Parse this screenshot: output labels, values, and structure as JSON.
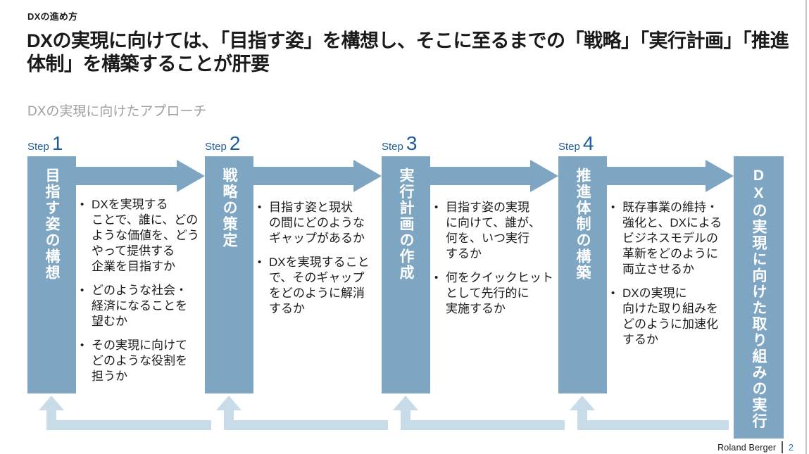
{
  "page": {
    "kicker": "DXの進め方",
    "title": "DXの実現に向けては、「目指す姿」を構想し、そこに至るまでの「戦略」「実行計画」「推進体制」を構築することが肝要",
    "subtitle": "DXの実現に向けたアプローチ"
  },
  "glyphs": {
    "bullet": "•"
  },
  "steps": [
    {
      "label": "Step",
      "number": "1",
      "bar_title": "目指す姿の構想",
      "bullets": [
        "DXを実現する\nことで、誰に、どの\nような価値を、どう\nやって提供する\n企業を目指すか",
        "どのような社会・\n経済になることを\n望むか",
        "その実現に向けて\nどのような役割を\n担うか"
      ]
    },
    {
      "label": "Step",
      "number": "2",
      "bar_title": "戦略の策定",
      "bullets": [
        "目指す姿と現状\nの間にどのような\nギャップがあるか",
        "DXを実現すること\nで、そのギャップ\nをどのように解消\nするか"
      ]
    },
    {
      "label": "Step",
      "number": "3",
      "bar_title": "実行計画の作成",
      "bullets": [
        "目指す姿の実現\nに向けて、誰が、\n何を、いつ実行\nするか",
        "何をクイックヒット\nとして先行的に\n実施するか"
      ]
    },
    {
      "label": "Step",
      "number": "4",
      "bar_title": "推進体制の構築",
      "bullets": [
        "既存事業の維持・\n強化と、DXによる\nビジネスモデルの\n革新をどのように\n両立させるか",
        "DXの実現に\n向けた取り組みを\nどのように加速化\nするか"
      ]
    }
  ],
  "result_bar": {
    "title": "DXの実現に向けた取り組みの実行"
  },
  "footer": {
    "brand": "Roland Berger",
    "page_number": "2"
  },
  "colors": {
    "bar_blue": "#7EA6C3",
    "feedback_blue": "#C8DBE9",
    "step_blue": "#1C5C99",
    "subtitle_gray": "#9FA0A0",
    "text_dark": "#1A1A1A",
    "page_number_blue": "#2E74B5"
  }
}
